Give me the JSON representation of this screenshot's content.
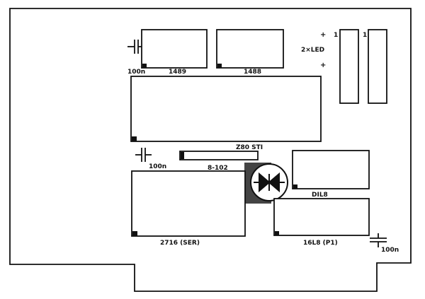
{
  "colors": {
    "ink": "#111111",
    "paper": "#ffffff",
    "shade": "#444444"
  },
  "labels": {
    "cap_top_left": "100n",
    "ic_1489": "1489",
    "ic_1488": "1488",
    "led_plus_1": "+",
    "led_plus_2": "+",
    "led_title": "2×LED",
    "led_mark_1": "1",
    "led_mark_2": "1",
    "z80": "Z80 STI",
    "cap_mid": "100n",
    "resistor": "8-102",
    "dil8": "DIL8",
    "eprom": "2716 (SER)",
    "pal": "16L8 (P1)",
    "cap_bottom_right": "100n"
  },
  "icons": {
    "diode": "diode-symbol-icon",
    "capacitor": "capacitor-icon"
  }
}
